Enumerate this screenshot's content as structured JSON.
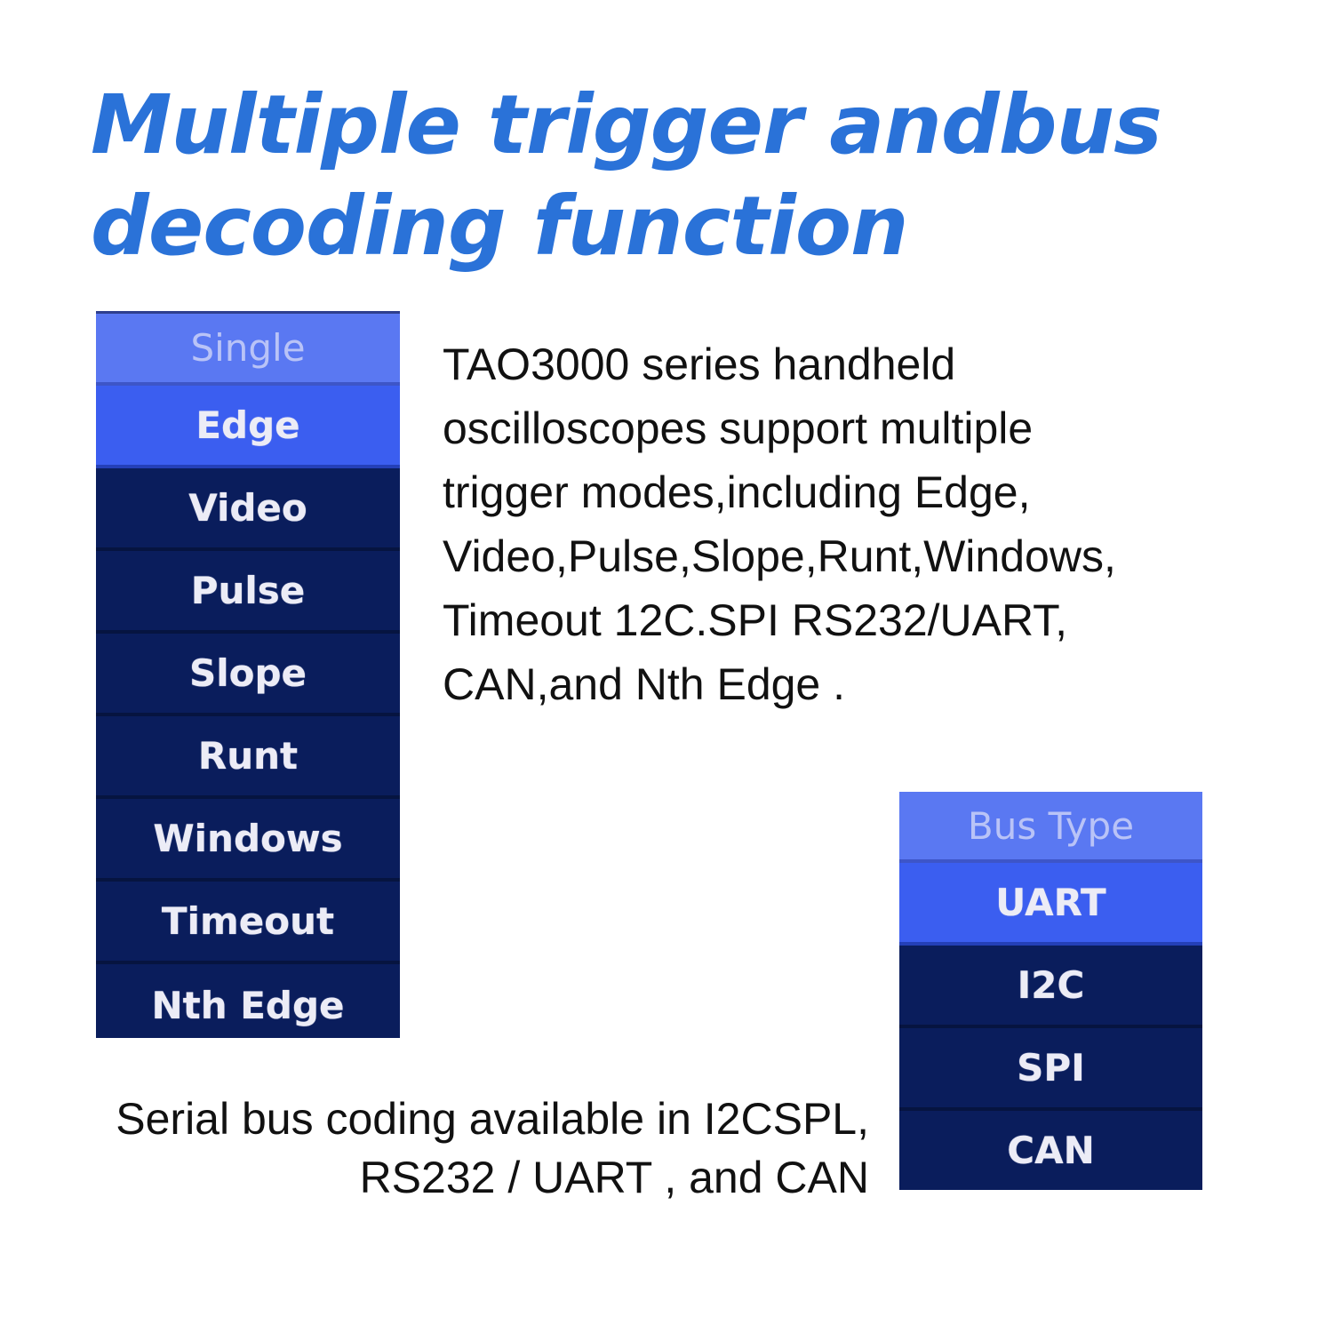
{
  "headline": {
    "line1": "Multiple trigger andbus",
    "line2": "decoding function"
  },
  "trigger_menu": {
    "header": "Single",
    "items": [
      "Edge",
      "Video",
      "Pulse",
      "Slope",
      "Runt",
      "Windows",
      "Timeout",
      "Nth Edge"
    ],
    "selected": "Edge"
  },
  "description": {
    "lines": [
      "TAO3000 series handheld",
      "oscilloscopes support multiple",
      "trigger modes,including Edge,",
      "Video,Pulse,Slope,Runt,Windows,",
      "Timeout 12C.SPI RS232/UART,",
      "CAN,and Nth Edge ."
    ]
  },
  "bus_menu": {
    "header": "Bus Type",
    "items": [
      "UART",
      "I2C",
      "SPI",
      "CAN"
    ],
    "selected": "UART"
  },
  "caption": {
    "line1": "Serial bus coding available in I2CSPL,",
    "line2": "RS232 / UART , and CAN"
  },
  "colors": {
    "headline": "#2a72d8",
    "menu_background": "#0a1d5c",
    "menu_header": "#5a78f2",
    "menu_selected": "#3b5ef0"
  }
}
